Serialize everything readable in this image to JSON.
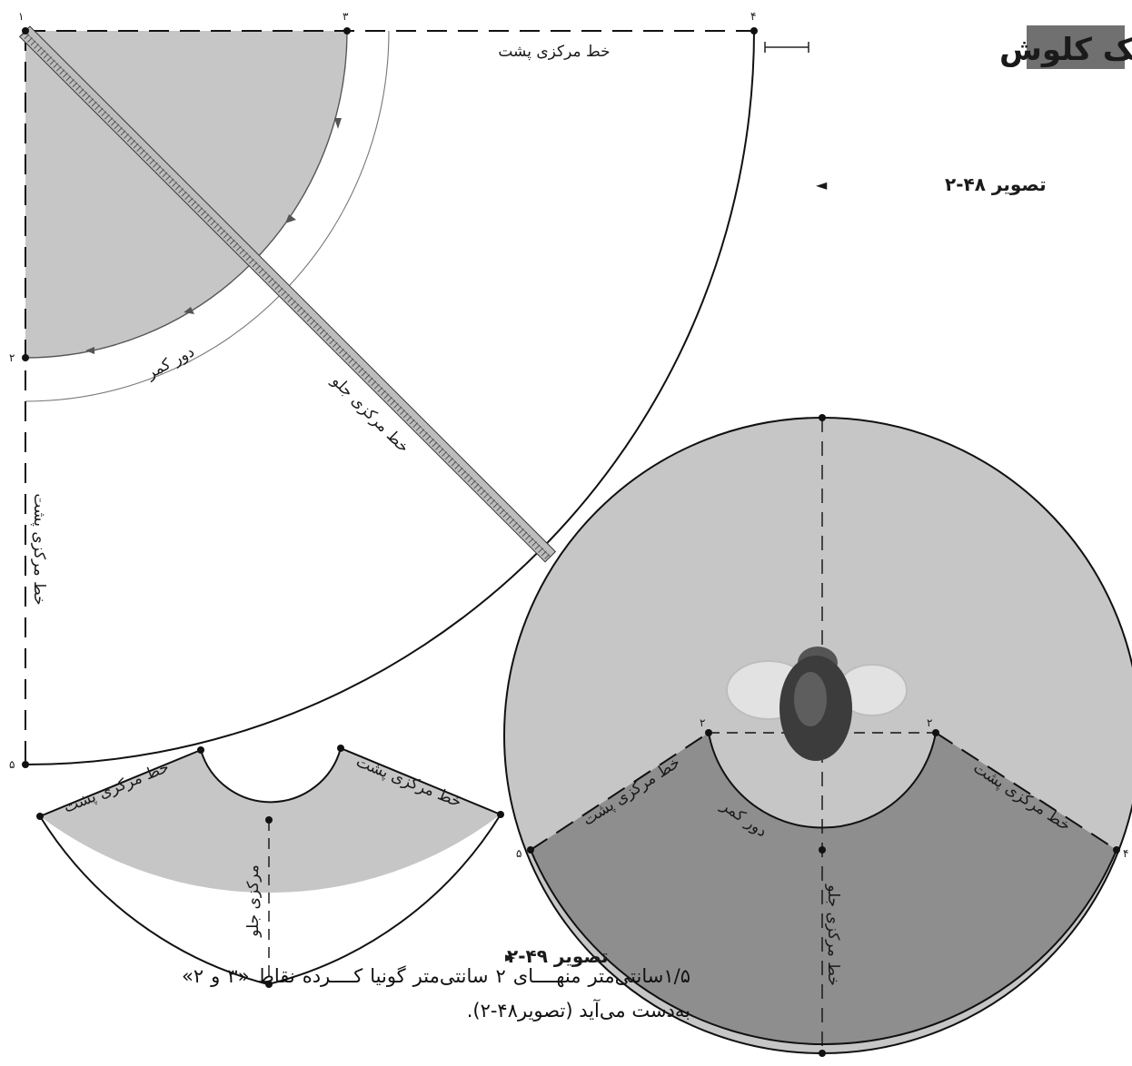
{
  "header": {
    "title": "دامن یک کلوش",
    "accent_color": "#707070"
  },
  "figure_48": {
    "caption": "تصویر ۴۸-۲",
    "points": {
      "p1": "۱",
      "p2": "۲",
      "p3": "۳",
      "p4": "۴",
      "p5": "۵"
    },
    "labels": {
      "top_edge": "خط مرکزی پشت",
      "left_edge": "خط مرکزی پشت",
      "waist": "دور کمر",
      "diagonal": "خط مرکزی جلو"
    }
  },
  "figure_49": {
    "caption": "تصویر ۴۹-۲",
    "full_circle": {
      "points": {
        "left_waist": "۲",
        "right_waist": "۲",
        "left_hem": "۵",
        "right_hem": "۴"
      },
      "labels": {
        "left_seam": "خط مرکزی پشت",
        "right_seam": "خط مرکزی پشت",
        "waist": "دور کمر",
        "center": "خط مرکزی جلو"
      }
    },
    "half_circle": {
      "labels": {
        "left_seam": "خط مرکزی پشت",
        "right_seam": "خط مرکزی پشت",
        "center": "مرکزی جلو"
      }
    }
  },
  "body_text": "۱/۵سانتی‌متر منهــــای ۲ سانتی‌متر گونیا کــــرده نقاط «۳ و ۲» به‌دست می‌آید (تصویر۴۸-۲).",
  "colors": {
    "light_fill": "#c6c6c6",
    "dark_fill": "#8e8e8e",
    "ink": "#1a1a1a"
  }
}
